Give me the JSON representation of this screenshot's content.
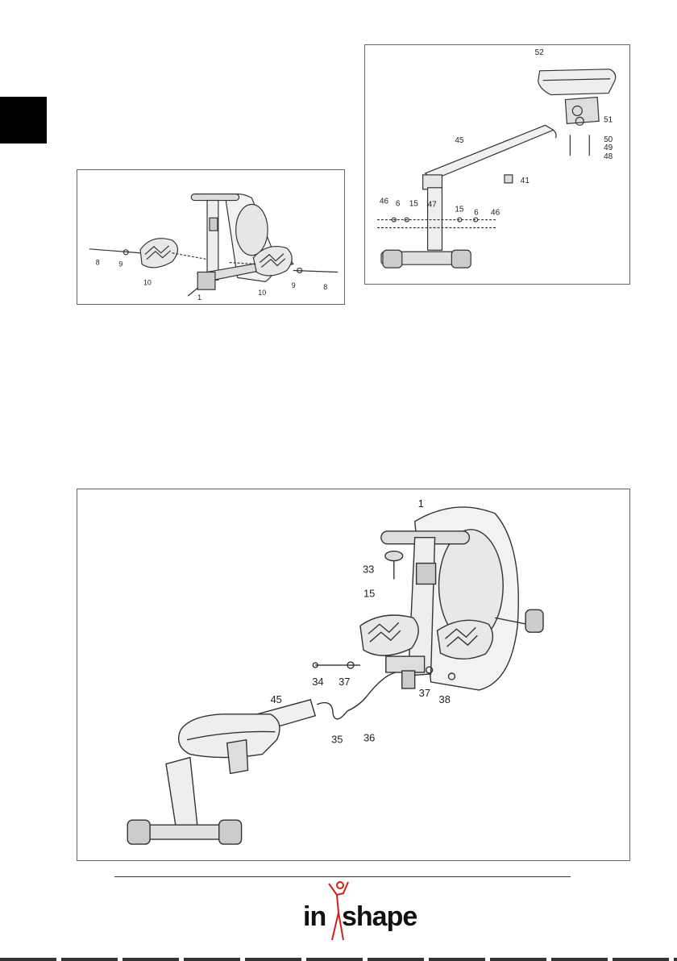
{
  "diagram1": {
    "labels": [
      "8",
      "9",
      "10",
      "1",
      "10",
      "9",
      "8"
    ]
  },
  "diagram2": {
    "labels": [
      "52",
      "51",
      "45",
      "50",
      "49",
      "48",
      "41",
      "46",
      "6",
      "15",
      "47",
      "15",
      "6",
      "46"
    ]
  },
  "diagram3": {
    "labels": [
      "1",
      "33",
      "15",
      "34",
      "37",
      "37",
      "38",
      "45",
      "35",
      "36"
    ]
  },
  "brand": {
    "logo_in": "in",
    "logo_shape": "shape",
    "accent_color": "#d0201c"
  }
}
